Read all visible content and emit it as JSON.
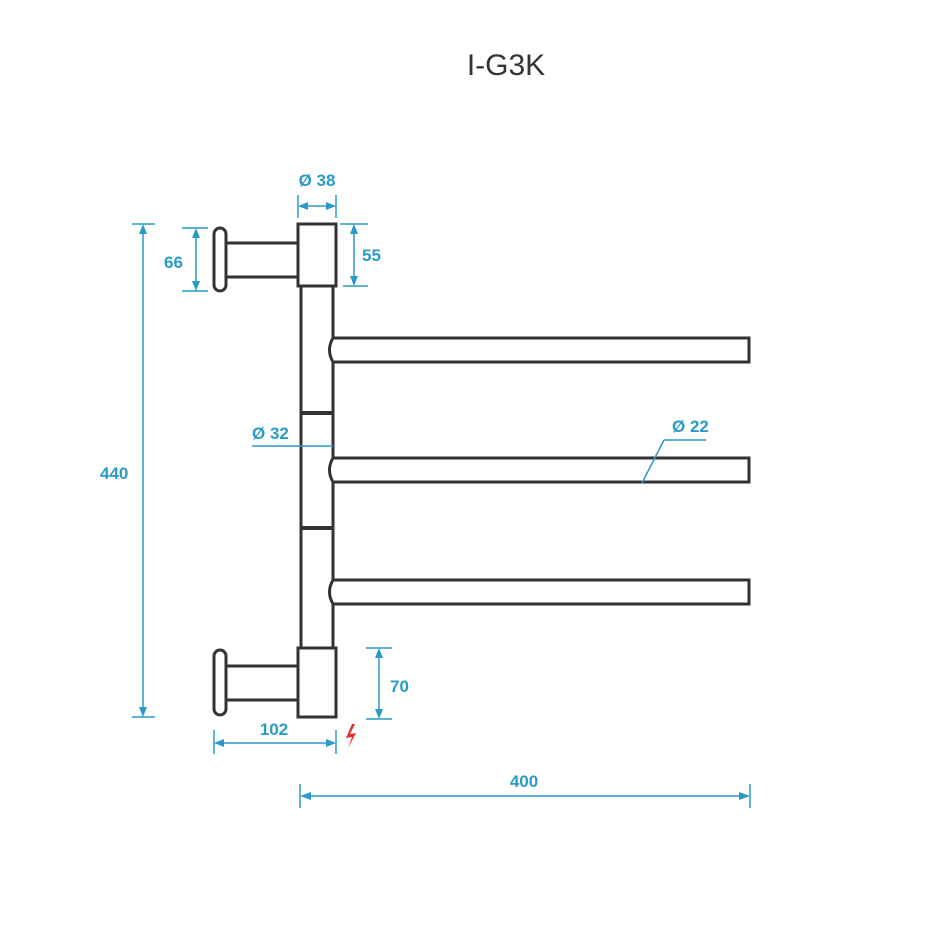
{
  "title": "I-G3K",
  "colors": {
    "dimension": "#2a9bc7",
    "outline": "#333333",
    "electric": "#e03030",
    "background": "#ffffff"
  },
  "dimensions": {
    "top_post_diameter": "Ø 38",
    "top_post_height": "55",
    "top_wall_mount_height": "66",
    "overall_height": "440",
    "vertical_tube_diameter": "Ø 32",
    "arm_diameter": "Ø 22",
    "bottom_post_height": "70",
    "wall_depth": "102",
    "arm_length": "400"
  },
  "icons": {
    "electric": "lightning-icon"
  }
}
